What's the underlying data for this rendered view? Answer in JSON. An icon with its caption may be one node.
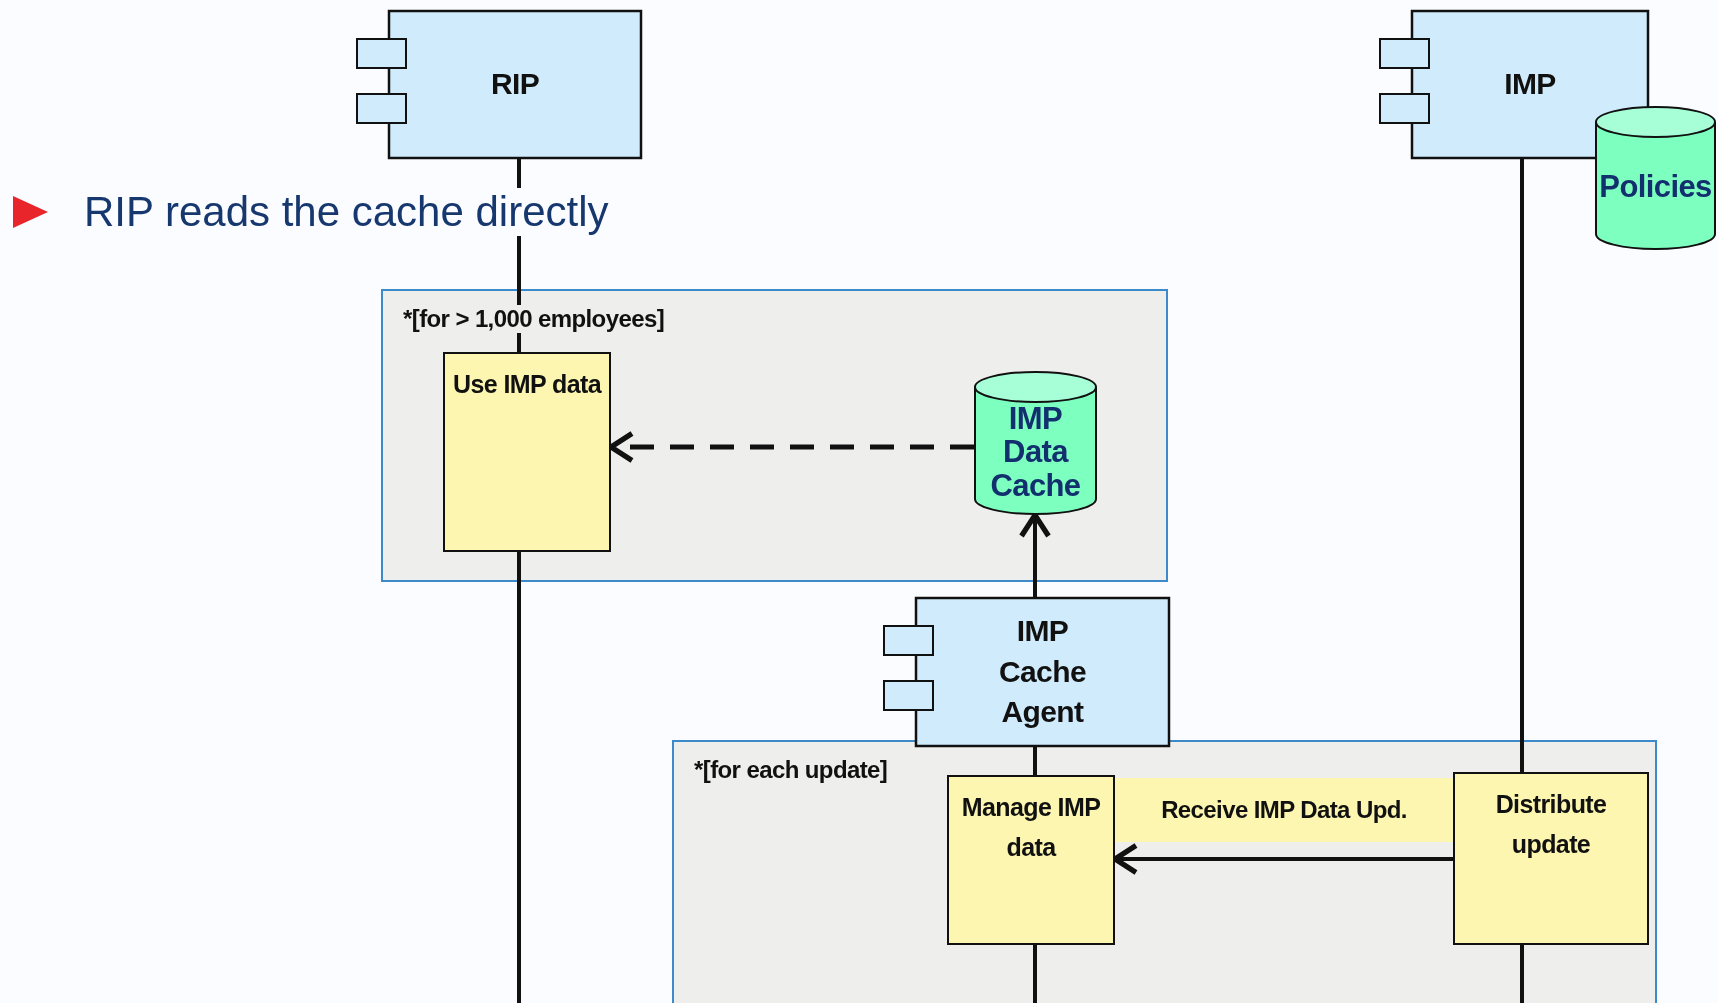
{
  "diagram": {
    "nodes": [
      {
        "text": [
          "RIP"
        ]
      },
      {
        "text": [
          "IMP"
        ]
      },
      {
        "text": [
          "Policies"
        ]
      },
      {
        "text": [
          "*[for > 1,000 employees]"
        ]
      },
      {
        "text": [
          "Use IMP data"
        ],
        "in": 3
      },
      {
        "text": [
          "IMP Data Cache"
        ],
        "in": 3
      },
      {
        "text": [
          "IMP Cache Agent"
        ]
      },
      {
        "text": [
          "*[for each update]"
        ]
      },
      {
        "text": [
          "Manage IMP data"
        ],
        "in": 7
      },
      {
        "text": [
          "Distribute update"
        ],
        "in": 7
      }
    ],
    "edges": [
      {
        "from": 0,
        "to": 4,
        "arrow": "none"
      },
      {
        "from": 4,
        "to": null,
        "arrow": "none"
      },
      {
        "from": 1,
        "to": 9,
        "arrow": "none"
      },
      {
        "from": 9,
        "to": null,
        "arrow": "none"
      },
      {
        "from": 6,
        "to": 5,
        "arrow": "to"
      },
      {
        "from": 5,
        "to": 4,
        "arrow": "to",
        "style": "dashed"
      },
      {
        "from": 6,
        "to": 8,
        "arrow": "none"
      },
      {
        "from": 8,
        "to": null,
        "arrow": "none"
      },
      {
        "from": 9,
        "to": 8,
        "arrow": "to",
        "label": "Receive IMP Data Upd."
      }
    ],
    "labels": [
      "RIP reads the cache directly"
    ]
  }
}
